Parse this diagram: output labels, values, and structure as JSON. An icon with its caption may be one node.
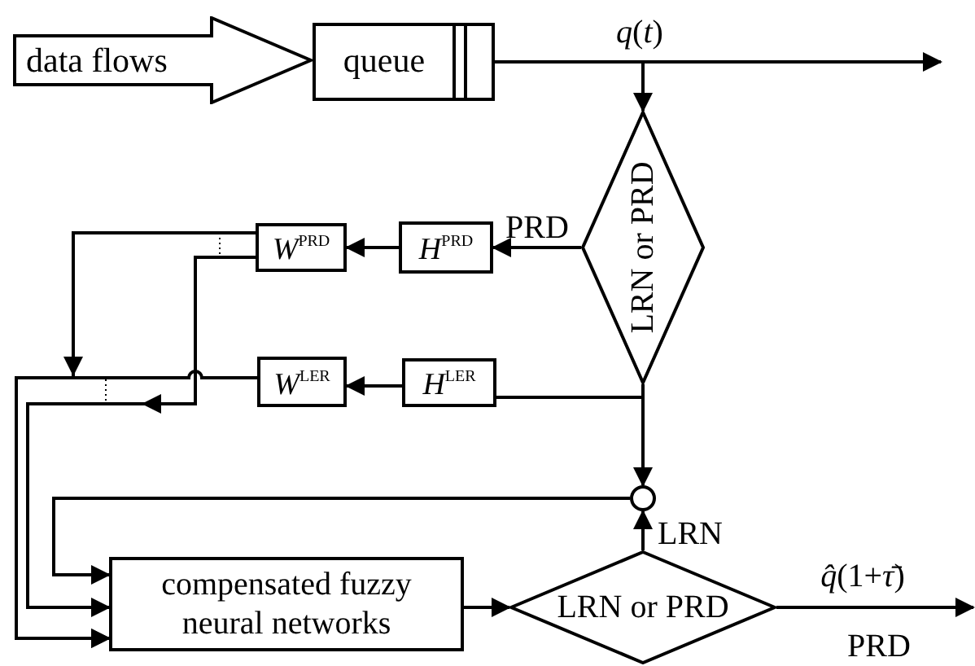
{
  "diagram": {
    "nodes": [
      {
        "text": [
          "data flows"
        ]
      },
      {
        "text": [
          "queue"
        ]
      },
      {
        "text": [
          "LRN or PRD"
        ]
      },
      {
        "text": [
          "*H*$^{PRD}$"
        ]
      },
      {
        "text": [
          "*W*$^{PRD}$"
        ]
      },
      {
        "text": [
          "*W*$^{LER}$"
        ]
      },
      {
        "text": [
          "*H*$^{LER}$"
        ]
      },
      {
        "text": [],
        "shape": "circle"
      },
      {
        "text": [
          "compensated fuzzy neural networks"
        ]
      },
      {
        "text": [
          "LRN or PRD"
        ]
      }
    ],
    "edges": [
      {
        "from": 1,
        "to": null,
        "arrow": "to",
        "label": "*q*(*t*)"
      },
      {
        "from": 1,
        "to": 2,
        "arrow": "to"
      },
      {
        "from": 2,
        "to": 3,
        "arrow": "to",
        "label": "PRD"
      },
      {
        "from": 3,
        "to": 4,
        "arrow": "to"
      },
      {
        "from": 2,
        "to": 6,
        "arrow": "none"
      },
      {
        "from": 6,
        "to": 5,
        "arrow": "to"
      },
      {
        "from": 2,
        "to": 7,
        "arrow": "to"
      },
      {
        "from": 4,
        "to": 8,
        "arrow": "to"
      },
      {
        "from": 4,
        "to": 8,
        "arrow": "to"
      },
      {
        "from": 5,
        "to": 8,
        "arrow": "to"
      },
      {
        "from": 7,
        "to": 8,
        "arrow": "to"
      },
      {
        "from": 9,
        "to": 7,
        "arrow": "to",
        "label": "LRN"
      },
      {
        "from": 8,
        "to": 9,
        "arrow": "to"
      },
      {
        "from": 9,
        "to": null,
        "arrow": "to",
        "label": "*q̂*(1+*τ̄*)"
      }
    ],
    "labels": [
      "PRD"
    ]
  }
}
